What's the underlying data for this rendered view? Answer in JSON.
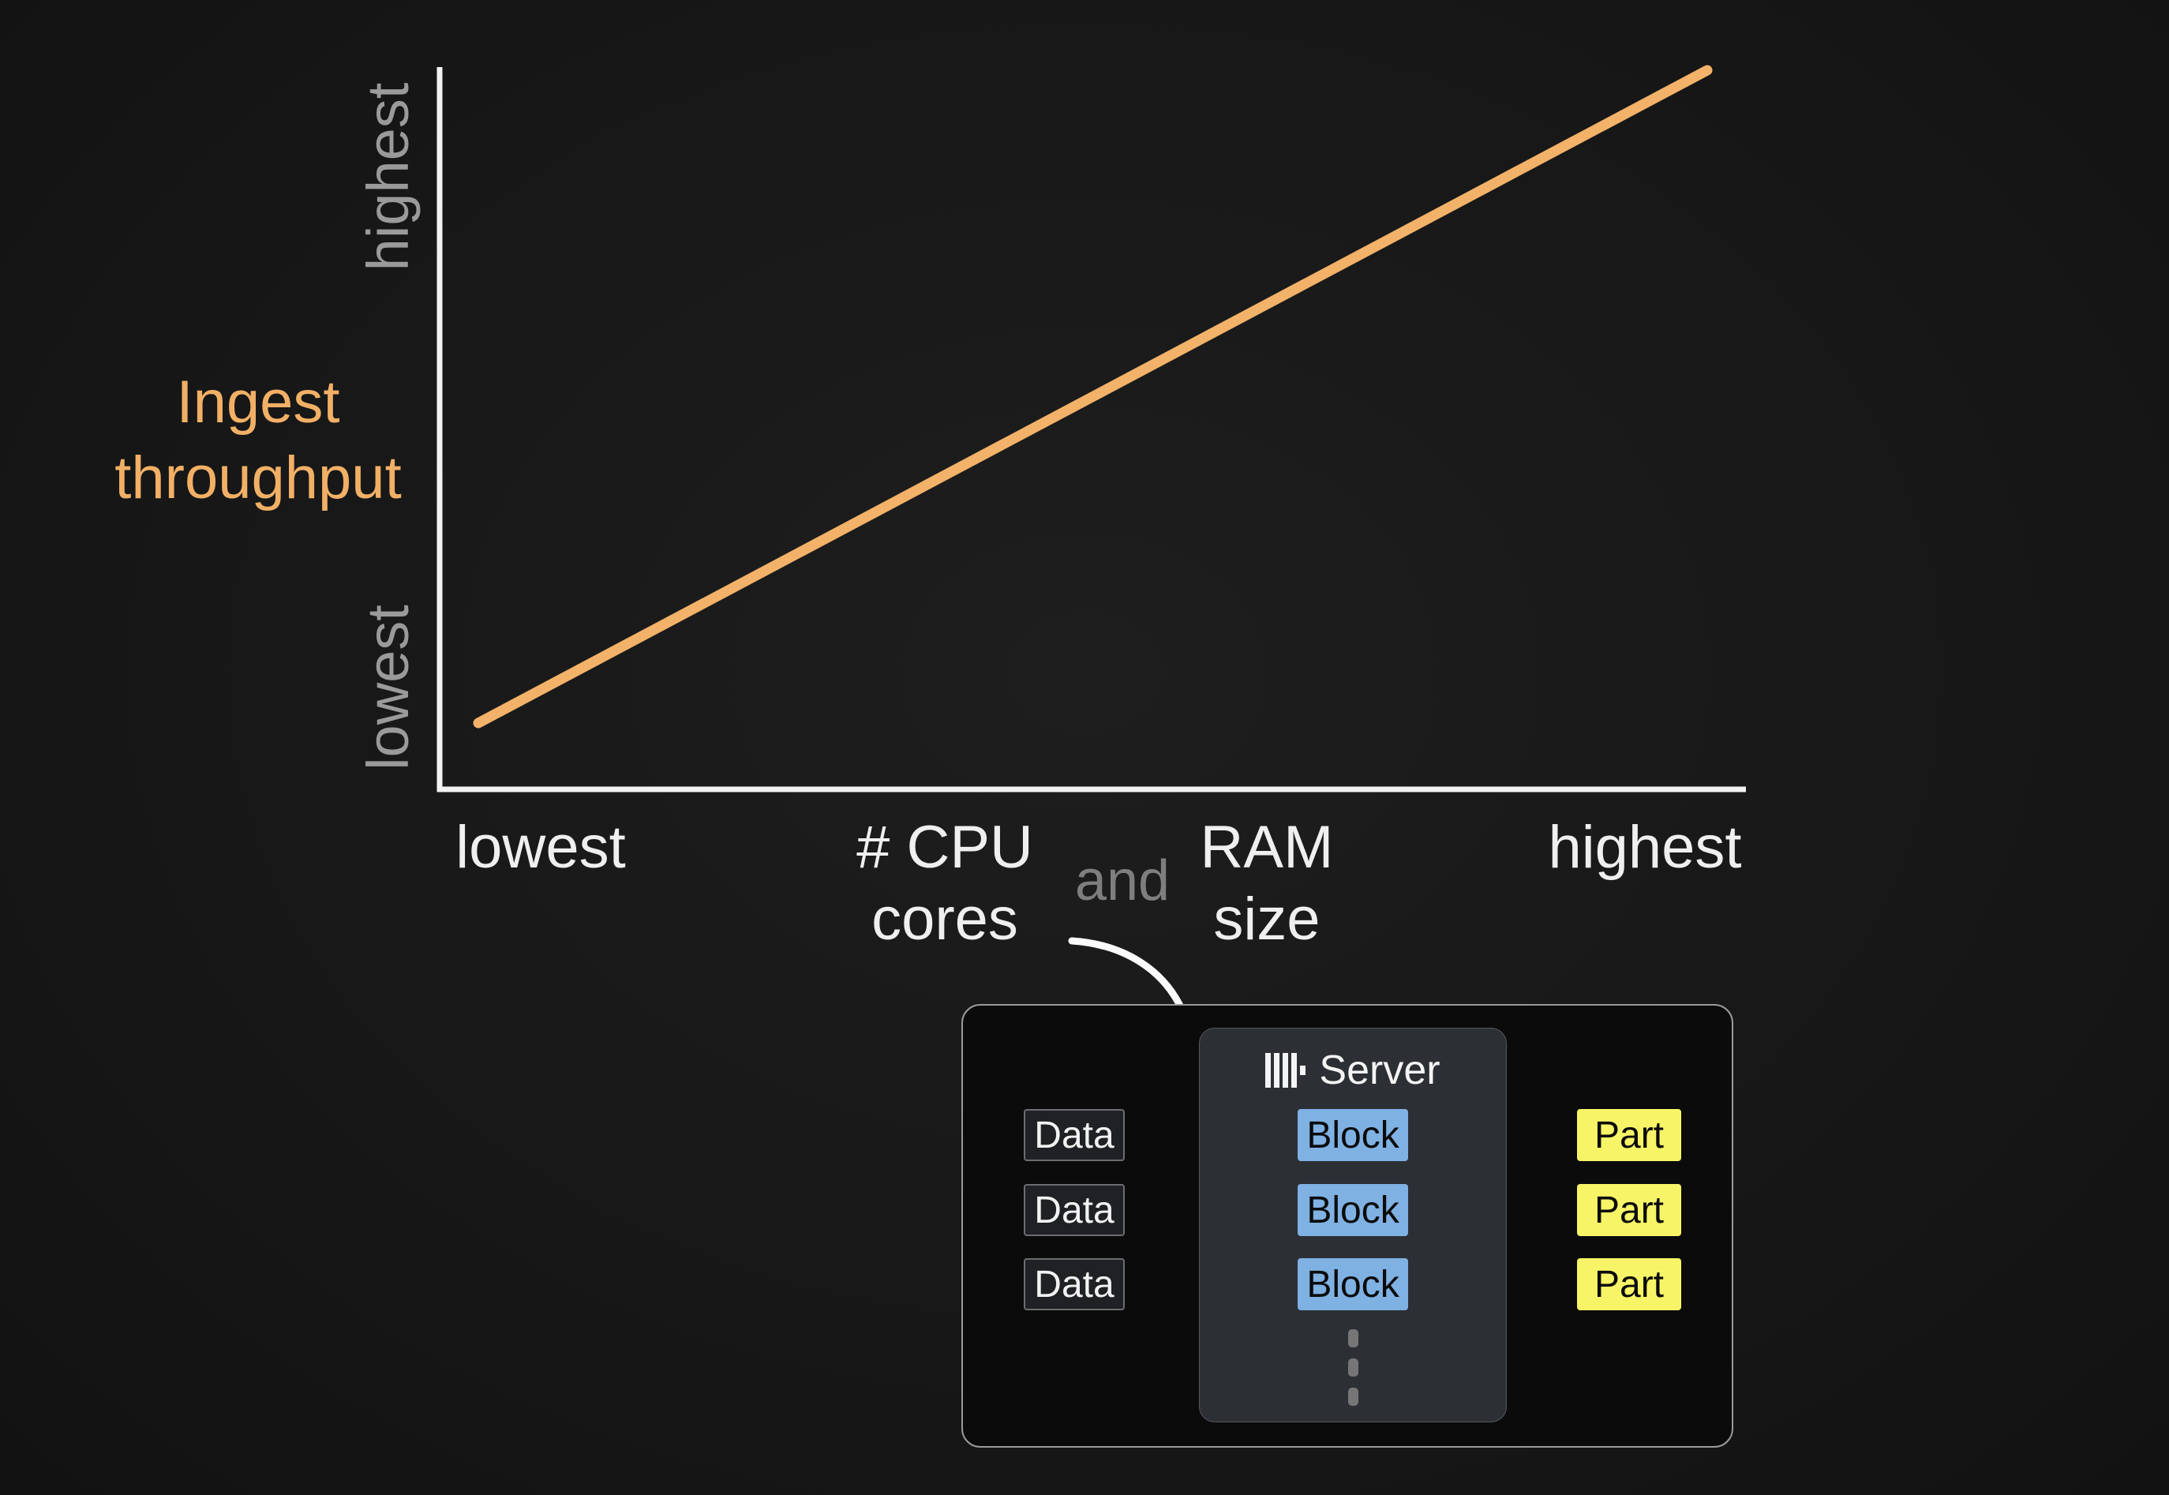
{
  "chart": {
    "y_axis_title_line1": "Ingest",
    "y_axis_title_line2": "throughput",
    "y_tick_top": "highest",
    "y_tick_bottom": "lowest",
    "x_tick_left": "lowest",
    "x_tick_right": "highest",
    "x_factor1_line1": "# CPU",
    "x_factor1_line2": "cores",
    "x_conjunction": "and",
    "x_factor2_line1": "RAM",
    "x_factor2_line2": "size",
    "line_color": "#f2b269",
    "axis_color": "#f2f2f2",
    "tick_color": "#9a9a9a"
  },
  "chart_data": {
    "type": "line",
    "title": "",
    "xlabel": "# CPU cores and RAM size",
    "ylabel": "Ingest throughput",
    "x_range": [
      "lowest",
      "highest"
    ],
    "y_range": [
      "lowest",
      "highest"
    ],
    "series": [
      {
        "name": "Ingest throughput",
        "x": [
          "lowest",
          "highest"
        ],
        "y": [
          "lowest",
          "highest"
        ],
        "shape": "straight increasing line",
        "color": "#f2b269"
      }
    ],
    "grid": false,
    "legend": false,
    "annotation": "hand-drawn arrow from x-axis label to Server diagram"
  },
  "diagram": {
    "server_label": "Server",
    "rows": [
      {
        "input": "Data",
        "middle": "Block",
        "output": "Part"
      },
      {
        "input": "Data",
        "middle": "Block",
        "output": "Part"
      },
      {
        "input": "Data",
        "middle": "Block",
        "output": "Part"
      }
    ],
    "ellipsis": "vertical dots indicating more rows",
    "colors": {
      "block_bg": "#7fb1e3",
      "part_bg": "#f7f567",
      "data_bg": "#1f2124",
      "server_bg": "#2c2f34",
      "container_bg": "#0b0b0b"
    }
  }
}
